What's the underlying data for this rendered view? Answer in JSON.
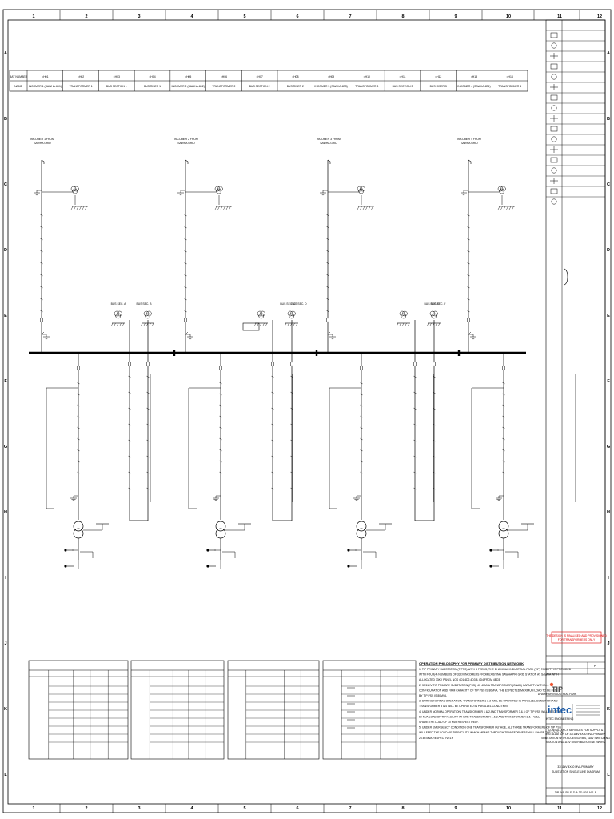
{
  "border": {
    "columns": [
      "1",
      "2",
      "3",
      "4",
      "5",
      "6",
      "7",
      "8",
      "9",
      "10",
      "11",
      "12"
    ],
    "rows": [
      "A",
      "B",
      "C",
      "D",
      "E",
      "F",
      "G",
      "H",
      "I",
      "J",
      "K",
      "L"
    ]
  },
  "bay_table": {
    "row_labels": [
      "BAY NUMBER",
      "NAME"
    ],
    "bays": [
      {
        "number": "=H01",
        "name": "INCOMER 1 (SAWHA 4D1)"
      },
      {
        "number": "=H02",
        "name": "TRANSFORMER 1"
      },
      {
        "number": "=H03",
        "name": "BUS SECTION 1"
      },
      {
        "number": "=H04",
        "name": "BUS RISER 1"
      },
      {
        "number": "=H05",
        "name": "INCOMER 2 (SAWHA 4D2)"
      },
      {
        "number": "=H06",
        "name": "TRANSFORMER 2"
      },
      {
        "number": "=H07",
        "name": "BUS SECTION 2"
      },
      {
        "number": "=H08",
        "name": "BUS RISER 2"
      },
      {
        "number": "=H09",
        "name": "INCOMER 3 (SAWHA 4D3)"
      },
      {
        "number": "=H10",
        "name": "TRANSFORMER 3"
      },
      {
        "number": "=H11",
        "name": "BUS SECTION 3"
      },
      {
        "number": "=H12",
        "name": "BUS RISER 3"
      },
      {
        "number": "=H13",
        "name": "INCOMER 4 (SAWHA 4D4)"
      },
      {
        "number": "=H14",
        "name": "TRANSFORMER 4"
      }
    ]
  },
  "incomers": [
    {
      "label": "INCOMER 1 FROM",
      "sub": "SAWHA GRID"
    },
    {
      "label": "INCOMER 2 FROM",
      "sub": "SAWHA GRID"
    },
    {
      "label": "INCOMER 3 FROM",
      "sub": "SAWHA GRID"
    },
    {
      "label": "INCOMER 4 FROM",
      "sub": "SAWHA GRID"
    }
  ],
  "busbar_labels": [
    "BUS SEC. A",
    "BUS SEC. B",
    "BUS SEC. C",
    "BUS SEC. D",
    "BUS SEC. E",
    "BUS SEC. F"
  ],
  "red_note": {
    "line1": "THE DESIGN IS FINALISED AND PROVISIONED",
    "line2": "FOR TRANSFORMERS ONLY"
  },
  "operation_notes": {
    "title": "OPERATION PHILOSOPHY FOR PRIMARY DISTRIBUTION NETWORK",
    "lines": [
      "1) TIP PRIMARY SUBSTATION (TIPPS) WITH 4 FEEDS, THE DHAHIRAH INDUSTRIAL PARK (TIP) FACILITY IS PROVIDED",
      "WITH FOUR(4) NUMBERS OF 33KV INCOMERS FROM EXISTING SAWHA PRI GRID STATION AT SAWHA WITH",
      "ALLOCATED 33KV PANEL NOS 4D1,4D2,4D3 & 4D4 FROM 4ED3.",
      "2) 33/11KV TIP PRIMARY SUBSTATION (PSS): 4X 40MVA TRANSFORMER (ONAN) CAPACITY WITH N-1",
      "CONFIGURATION AND FIRM CAPACITY OF TIP PSS IS 80MVA. THE EXPECTED MAXIMUM LOAD TO BE FED",
      "BY TIP PSS IS 80MVA.",
      "3) DURING NORMAL OPERATION, TRANSFORMER 1 & 2 WILL BE OPERATED IN PARALLEL CONDITION AND",
      "TRANSFORMER 3 & 4 WILL BE OPERATED IN PARALLEL CONDITION.",
      "4) UNDER NORMAL OPERATION, TRANSFORMER 1 & 2 AND TRANSFORMER 3 & 4 OF TIP PSS WILL FEED THE",
      "60 MVA LOAD OF TIP FACILITY WHERE TRANSFORMER 1 & 2 AND TRANSFORMER 3 & 4 WILL",
      "SHARE THE LOAD OF 30 MVA RESPECTIVELY.",
      "5) UNDER EMERGENCY CONDITION ONE TRANSFORMER OUTAGE, ALL THREE TRANSFORMERS OF TIP PSS",
      "WILL FEED THE LOAD OF TIP FACILITY WHICH MEANS THROUGH TRANSFORMERS WILL SHARE THE LOAD OF",
      "26.66 MVA RESPECTIVELY."
    ]
  },
  "title_block": {
    "logo_client": "TIP",
    "client_sub": "DHAHIRAH INDUSTRIAL PARK",
    "logo_consultant": "intec",
    "consultant_sub": "INTEC ENGINEERING",
    "project": "CONSULTANCY SERVICES FOR SUPPLY & INSTALLATION OF 33/11kV 4X40 MVA PRIMARY SUBSTATION WITH ACCESSORIES, 11kV SWITCHING STATION AND 11kV DISTRIBUTION NETWORK",
    "drawing_title": "33/11kV 4X40 MVA PRIMARY SUBSTATION SINGLE LINE DIAGRAM",
    "drawing_no": "TIP-INS-SP-SLD-A-TD-P01-A01-P",
    "rev": "P"
  }
}
